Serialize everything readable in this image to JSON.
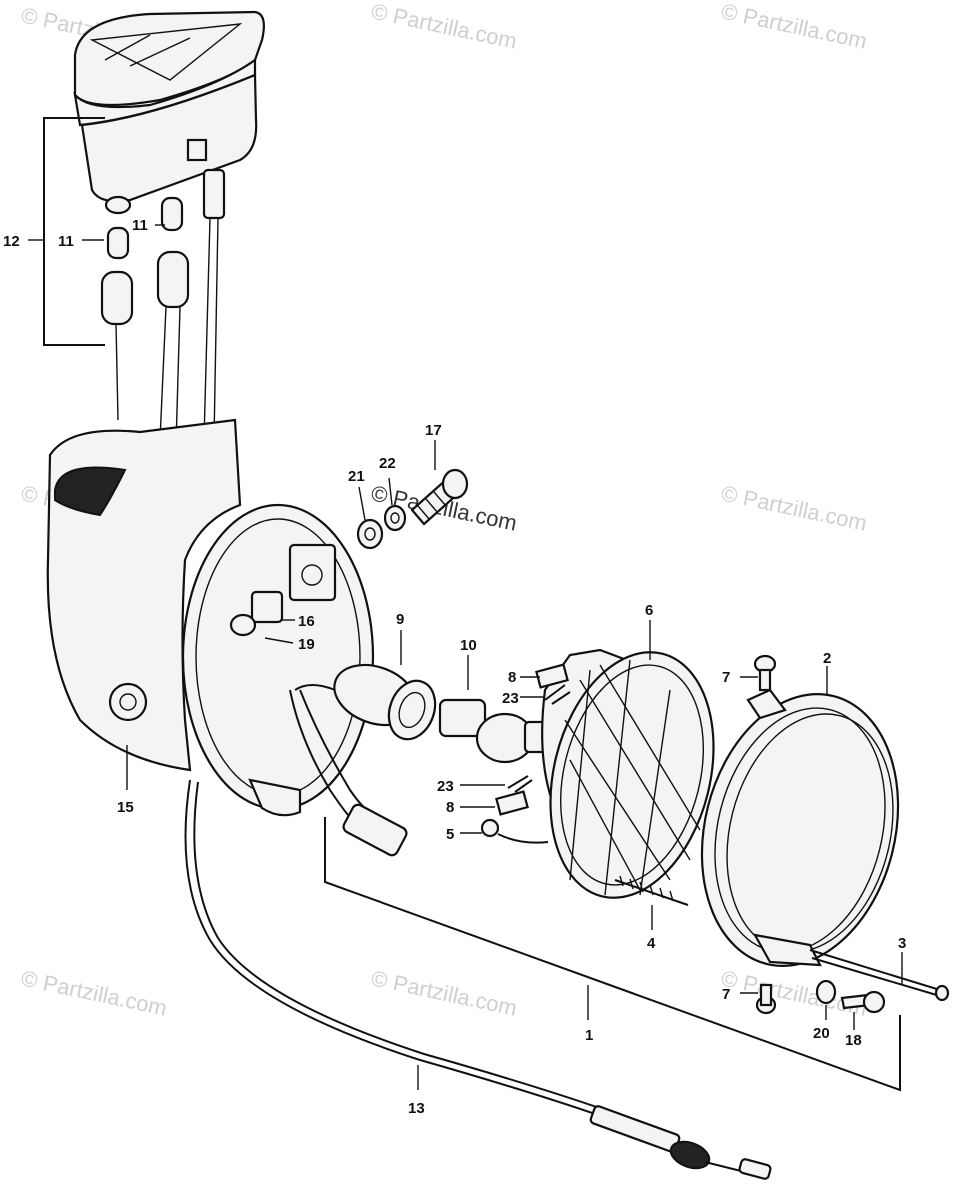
{
  "watermark": "© Partzilla.com",
  "callouts": {
    "c1": "1",
    "c2": "2",
    "c3": "3",
    "c4": "4",
    "c5": "5",
    "c6": "6",
    "c7a": "7",
    "c7b": "7",
    "c8a": "8",
    "c8b": "8",
    "c9": "9",
    "c10": "10",
    "c11a": "11",
    "c11b": "11",
    "c12": "12",
    "c13": "13",
    "c15": "15",
    "c16": "16",
    "c17": "17",
    "c18": "18",
    "c19": "19",
    "c20": "20",
    "c21": "21",
    "c22": "22",
    "c23a": "23",
    "c23b": "23"
  }
}
